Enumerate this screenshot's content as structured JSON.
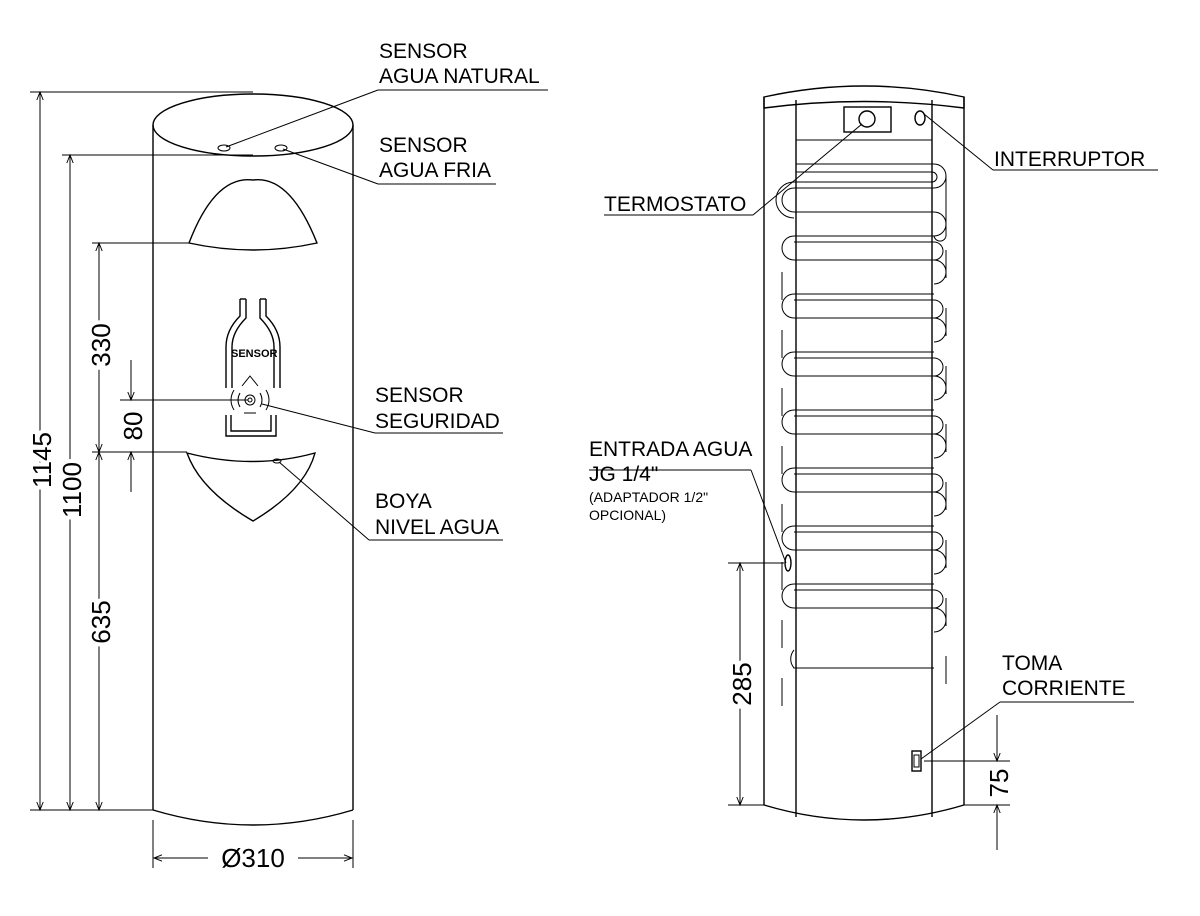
{
  "front_view": {
    "labels": {
      "sensor_natural_1": "SENSOR",
      "sensor_natural_2": "AGUA NATURAL",
      "sensor_fria_1": "SENSOR",
      "sensor_fria_2": "AGUA FRIA",
      "sensor_seguridad_1": "SENSOR",
      "sensor_seguridad_2": "SEGURIDAD",
      "boya_1": "BOYA",
      "boya_2": "NIVEL AGUA",
      "bottle_text": "SENSOR"
    },
    "dimensions": {
      "total_height": "1145",
      "body_height": "1100",
      "upper_outlet_to_sensor": "330",
      "sensor_to_lower_outlet": "80",
      "lower_outlet_height": "635",
      "diameter": "Ø310"
    }
  },
  "back_view": {
    "labels": {
      "termostato": "TERMOSTATO",
      "interruptor": "INTERRUPTOR",
      "entrada_1": "ENTRADA AGUA",
      "entrada_2": "JG 1/4\"",
      "entrada_3": "(ADAPTADOR 1/2\"",
      "entrada_4": "OPCIONAL)",
      "toma_1": "TOMA",
      "toma_2": "CORRIENTE"
    },
    "dimensions": {
      "inlet_height": "285",
      "socket_height": "75"
    }
  },
  "colors": {
    "line": "#000000",
    "background": "#ffffff"
  }
}
